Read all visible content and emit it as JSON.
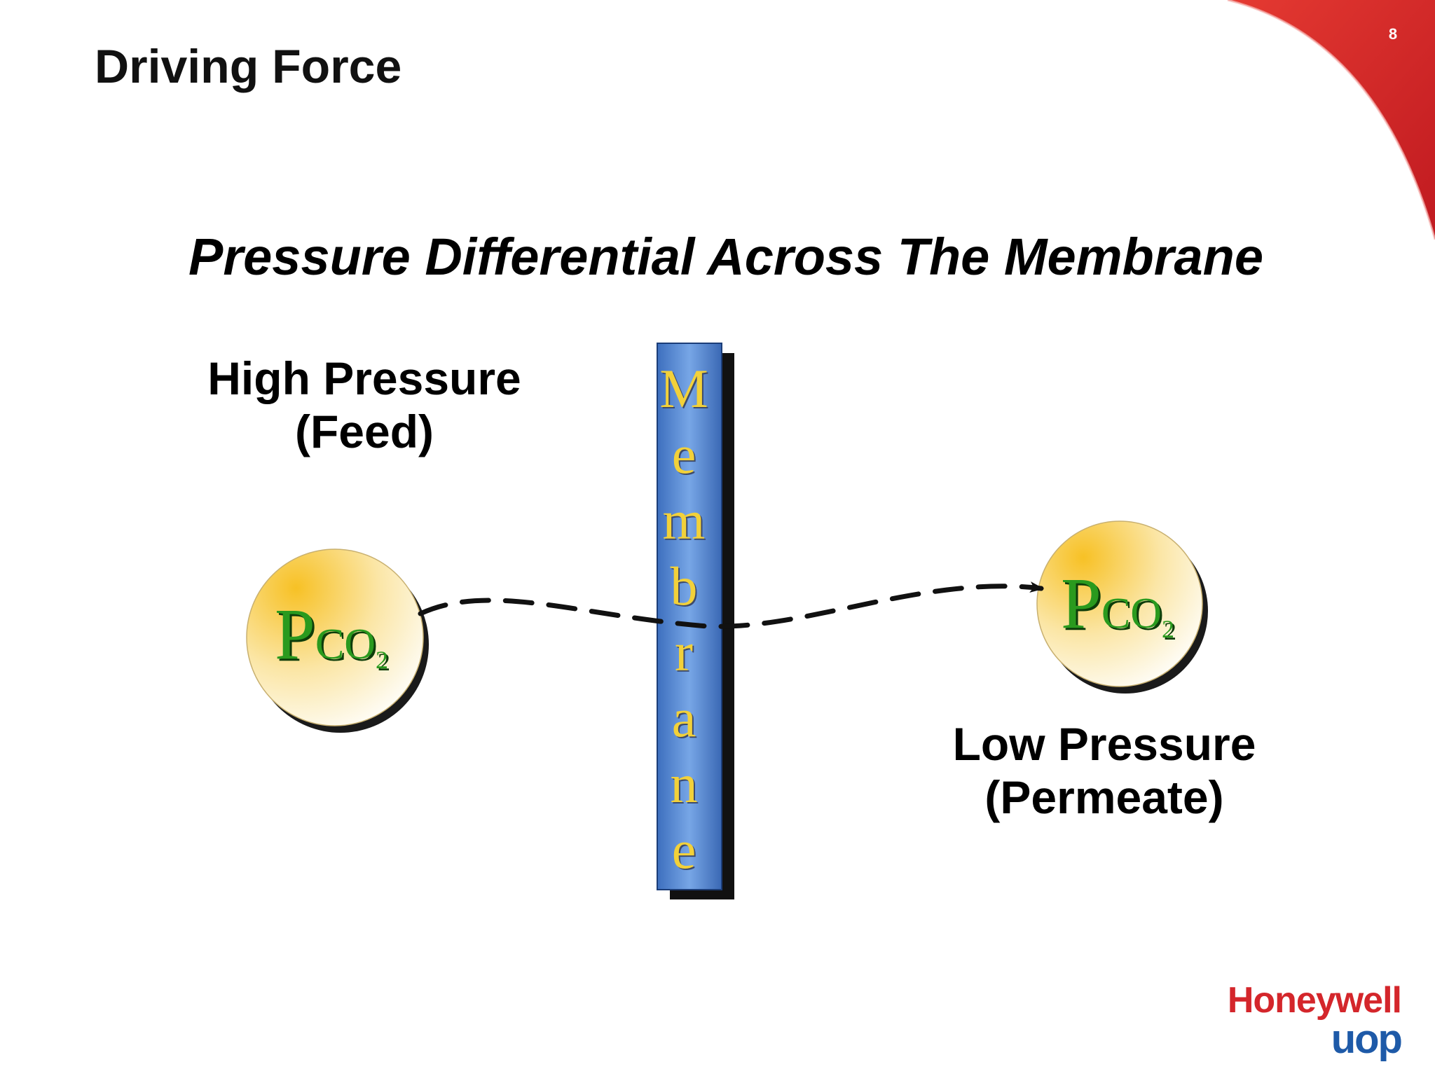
{
  "page_number": "8",
  "title": "Driving Force",
  "subtitle": "Pressure Differential Across The Membrane",
  "high_side": {
    "line1": "High Pressure",
    "line2": "(Feed)"
  },
  "low_side": {
    "line1": "Low Pressure",
    "line2": "(Permeate)"
  },
  "membrane": {
    "letters": [
      "M",
      "e",
      "m",
      "b",
      "r",
      "a",
      "n",
      "e"
    ]
  },
  "bubble_label": {
    "p": "P",
    "co": "CO",
    "sub": "2"
  },
  "logo": {
    "brand": "Honeywell",
    "unit": "uop"
  },
  "colors": {
    "corner_red": "#d42027",
    "membrane_blue": "#5b8fd6",
    "membrane_letter": "#f2d13a",
    "bubble_yellow": "#f6c42c",
    "pco2_green": "#2a9a1e",
    "honeywell_red": "#d4262b",
    "uop_blue": "#1e5aa8"
  }
}
